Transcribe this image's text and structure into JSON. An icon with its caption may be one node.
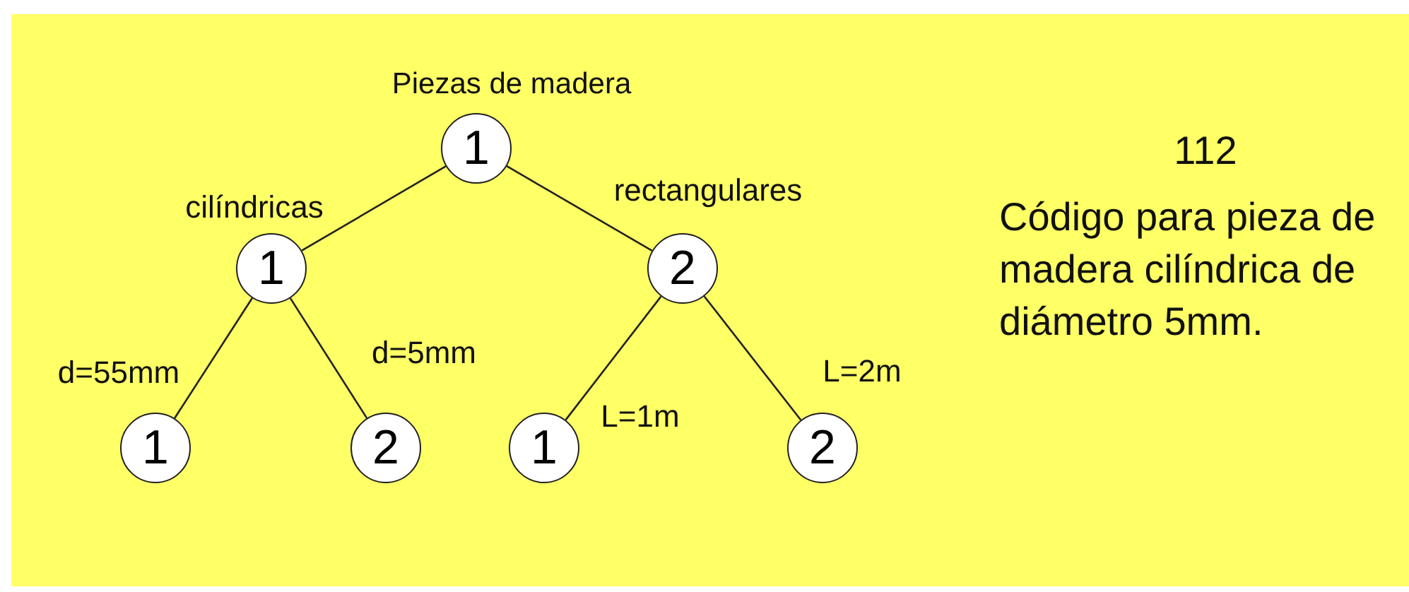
{
  "diagram": {
    "nodes": [
      {
        "text": [
          "1"
        ],
        "beside": [
          "Piezas de madera"
        ]
      },
      {
        "text": [
          "1"
        ]
      },
      {
        "text": [
          "2"
        ]
      },
      {
        "text": [
          "1"
        ]
      },
      {
        "text": [
          "2"
        ]
      },
      {
        "text": [
          "1"
        ]
      },
      {
        "text": [
          "2"
        ]
      }
    ],
    "edges": [
      {
        "from": 0,
        "to": 1,
        "arrow": "none",
        "label": "cilíndricas"
      },
      {
        "from": 0,
        "to": 2,
        "arrow": "none",
        "label": "rectangulares"
      },
      {
        "from": 1,
        "to": 3,
        "arrow": "none",
        "label": "d=55mm"
      },
      {
        "from": 1,
        "to": 4,
        "arrow": "none",
        "label": "d=5mm"
      },
      {
        "from": 2,
        "to": 5,
        "arrow": "none",
        "label": "L=1m"
      },
      {
        "from": 2,
        "to": 6,
        "arrow": "none",
        "label": "L=2m"
      }
    ],
    "labels": [
      "112",
      "Código para pieza de madera cilíndrica de diámetro 5mm."
    ]
  }
}
